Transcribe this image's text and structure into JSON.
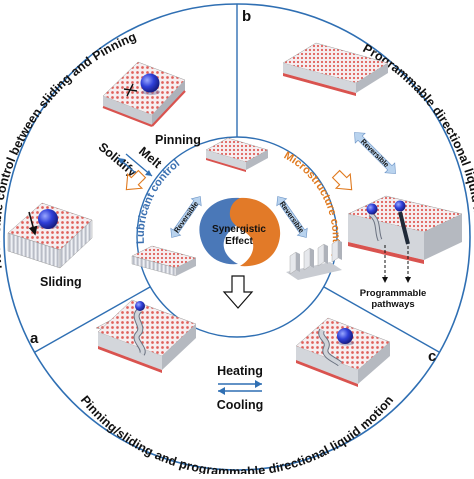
{
  "panels": {
    "a": {
      "letter": "a",
      "title": "Reversible control between sliding and Pinning",
      "pinning_label": "Pinning",
      "sliding_label": "Sliding",
      "solidify_label": "Solidify",
      "melt_label": "Melt"
    },
    "b": {
      "letter": "b",
      "title": "Programmable directional liquid motion",
      "reversible_label": "Reversible",
      "pathways_label_line1": "Programmable",
      "pathways_label_line2": "pathways"
    },
    "c": {
      "letter": "c",
      "title": "Pinning/sliding and programmable directional liquid motion",
      "heating_label": "Heating",
      "cooling_label": "Cooling"
    }
  },
  "center": {
    "lubricant_label": "Lubricant control",
    "microstructure_label": "Microstructure control",
    "reversible_left": "Reversible",
    "reversible_right": "Reversible",
    "synergistic_line1": "Synergistic",
    "synergistic_line2": "Effect"
  },
  "colors": {
    "ring_line": "#2f6fb3",
    "lubricant_text": "#3a6fb0",
    "microstructure_text": "#e07a1f",
    "arrow_fill": "#b9d3ee",
    "yin_blue": "#4a78b8",
    "yin_orange": "#e27a28",
    "dot_red": "#e0605a",
    "block_side": "#c9ccd2",
    "substrate_red": "#d9534f"
  }
}
